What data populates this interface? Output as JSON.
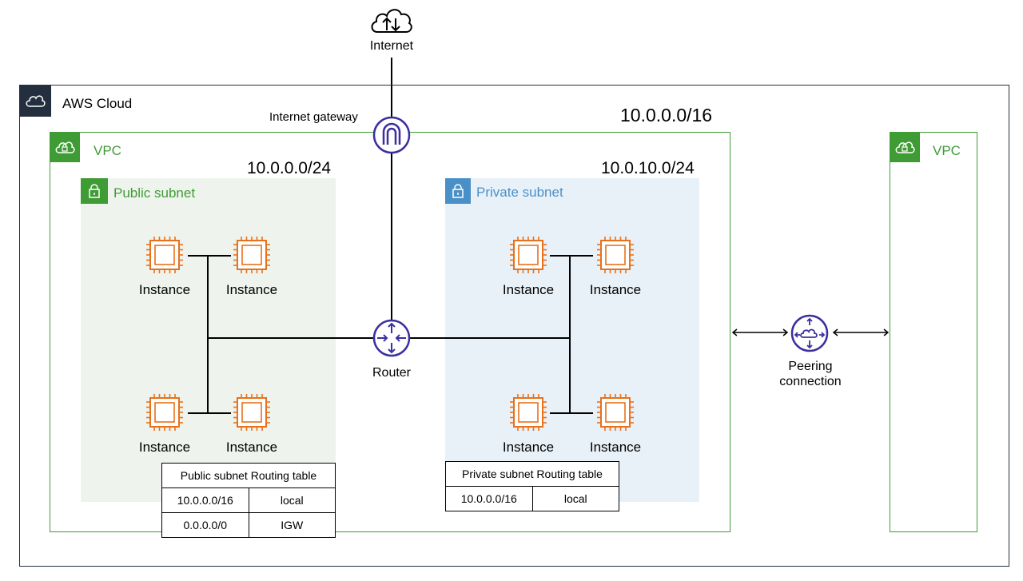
{
  "internet": {
    "label": "Internet",
    "icon": "internet-cloud-icon"
  },
  "aws_cloud": {
    "label": "AWS Cloud",
    "icon": "aws-cloud-icon"
  },
  "internet_gateway": {
    "label": "Internet gateway",
    "icon": "internet-gateway-icon"
  },
  "vpc_main": {
    "label": "VPC",
    "cidr": "10.0.0.0/16",
    "icon": "vpc-cloud-lock-icon",
    "color": "#3f9c35"
  },
  "vpc_peer": {
    "label": "VPC",
    "icon": "vpc-cloud-lock-icon",
    "color": "#3f9c35"
  },
  "public_subnet": {
    "label": "Public subnet",
    "cidr": "10.0.0.0/24",
    "icon": "padlock-icon",
    "color": "#3f9c35",
    "bg": "#eef4ed",
    "instances": [
      "Instance",
      "Instance",
      "Instance",
      "Instance"
    ]
  },
  "private_subnet": {
    "label": "Private subnet",
    "cidr": "10.0.10.0/24",
    "icon": "padlock-icon",
    "color": "#4a90c8",
    "bg": "#e9f1f8",
    "instances": [
      "Instance",
      "Instance",
      "Instance",
      "Instance"
    ]
  },
  "router": {
    "label": "Router",
    "icon": "router-icon"
  },
  "peering": {
    "label_line1": "Peering",
    "label_line2": "connection",
    "icon": "peering-icon"
  },
  "public_routing_table": {
    "title": "Public subnet Routing table",
    "rows": [
      [
        "10.0.0.0/16",
        "local"
      ],
      [
        "0.0.0.0/0",
        "IGW"
      ]
    ]
  },
  "private_routing_table": {
    "title": "Private subnet Routing table",
    "rows": [
      [
        "10.0.0.0/16",
        "local"
      ]
    ]
  },
  "colors": {
    "instance": "#e8711c",
    "network_icon": "#3b2f9f",
    "aws_header": "#232f3e",
    "line": "#000000"
  }
}
